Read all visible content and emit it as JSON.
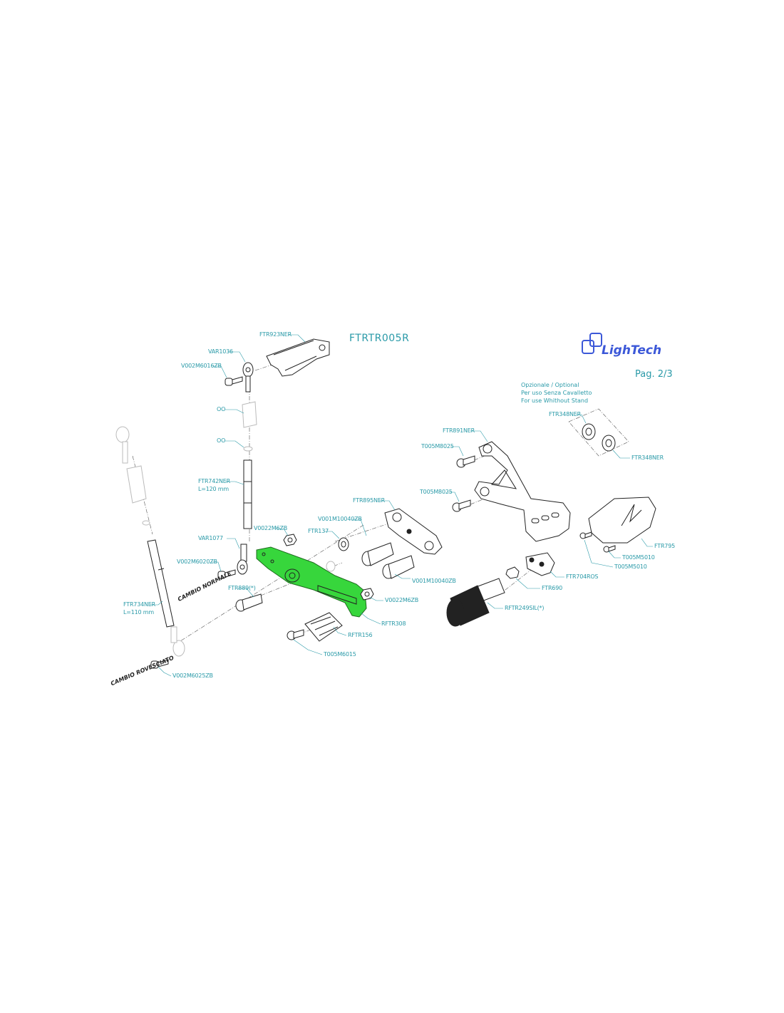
{
  "header": {
    "code": "FTRTR005R",
    "page": "Pag. 2/3",
    "brand": "LighTech"
  },
  "optional_note": {
    "line1": "Opzionale / Optional",
    "line2": "Per uso Senza Cavalletto",
    "line3": "For use Whithout Stand"
  },
  "orientation_labels": {
    "normale": "CAMBIO NORMALE",
    "rovesciato": "CAMBIO ROVESCIATO"
  },
  "parts": {
    "ftr923ner": "FTR923NER",
    "var1036": "VAR1036",
    "v002m6016zb": "V002M6016ZB",
    "oo_a": "OO",
    "oo_b": "OO",
    "ftr742ner": "FTR742NER",
    "ftr742ner_len": "L=120 mm",
    "var1077": "VAR1077",
    "v002m6020zb": "V002M6020ZB",
    "v0022m6zb_a": "V0022M6ZB",
    "ftr137": "FTR137",
    "v001m10040zb_a": "V001M10040ZB",
    "ftr895ner": "FTR895NER",
    "ftr889": "FTR889(*)",
    "v001m10040zb_b": "V001M10040ZB",
    "v0022m6zb_b": "V0022M6ZB",
    "rftr308": "RFTR308",
    "rftr156": "RFTR156",
    "t005m6015": "T005M6015",
    "ftr734ner": "FTR734NER",
    "ftr734ner_len": "L=110 mm",
    "v002m6025zb": "V002M6025ZB",
    "ftr891ner": "FTR891NER",
    "t005m8025_a": "T005M8025",
    "t005m8025_b": "T005M8025",
    "ftr348ner_a": "FTR348NER",
    "ftr348ner_b": "FTR348NER",
    "ftr795": "FTR795",
    "t005m5010_a": "T005M5010",
    "t005m5010_b": "T005M5010",
    "ftr704ros": "FTR704ROS",
    "ftr690": "FTR690",
    "rftr249sil": "RFTR249SIL(*)"
  },
  "colors": {
    "label": "#2a9aa8",
    "brand": "#3c58d8",
    "highlight_part": "#37d63c",
    "line_art": "#222222"
  },
  "highlighted_part": "RFTR308"
}
